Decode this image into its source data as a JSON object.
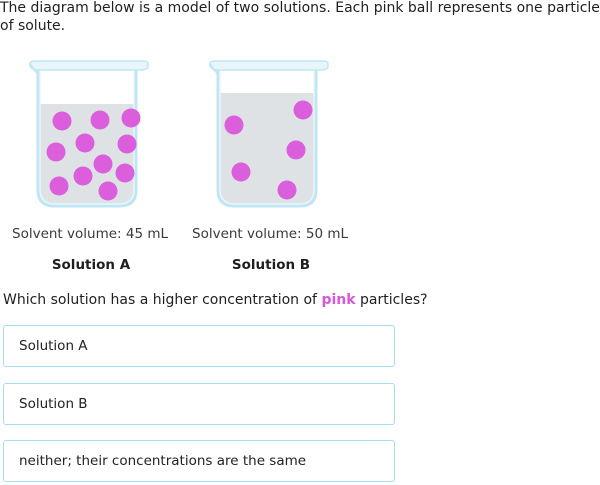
{
  "intro_text": "The diagram below is a model of two solutions. Each pink ball represents one particle of solute.",
  "solutions": [
    {
      "volume_label": "Solvent volume: 45 mL",
      "title": "Solution A",
      "particle_count": 11
    },
    {
      "volume_label": "Solvent volume: 50 mL",
      "title": "Solution B",
      "particle_count": 5
    }
  ],
  "question": {
    "before": "Which solution has a higher concentration of ",
    "highlight": "pink",
    "after": " particles?"
  },
  "choices": [
    {
      "label": "Solution A"
    },
    {
      "label": "Solution B"
    },
    {
      "label": "neither; their concentrations are the same"
    }
  ],
  "colors": {
    "particle": "#db5fdc",
    "liquid": "#dfe2e5",
    "glass_rim": "#bfe6f5",
    "choice_border": "#a8dcef",
    "highlight": "#d757d8"
  }
}
